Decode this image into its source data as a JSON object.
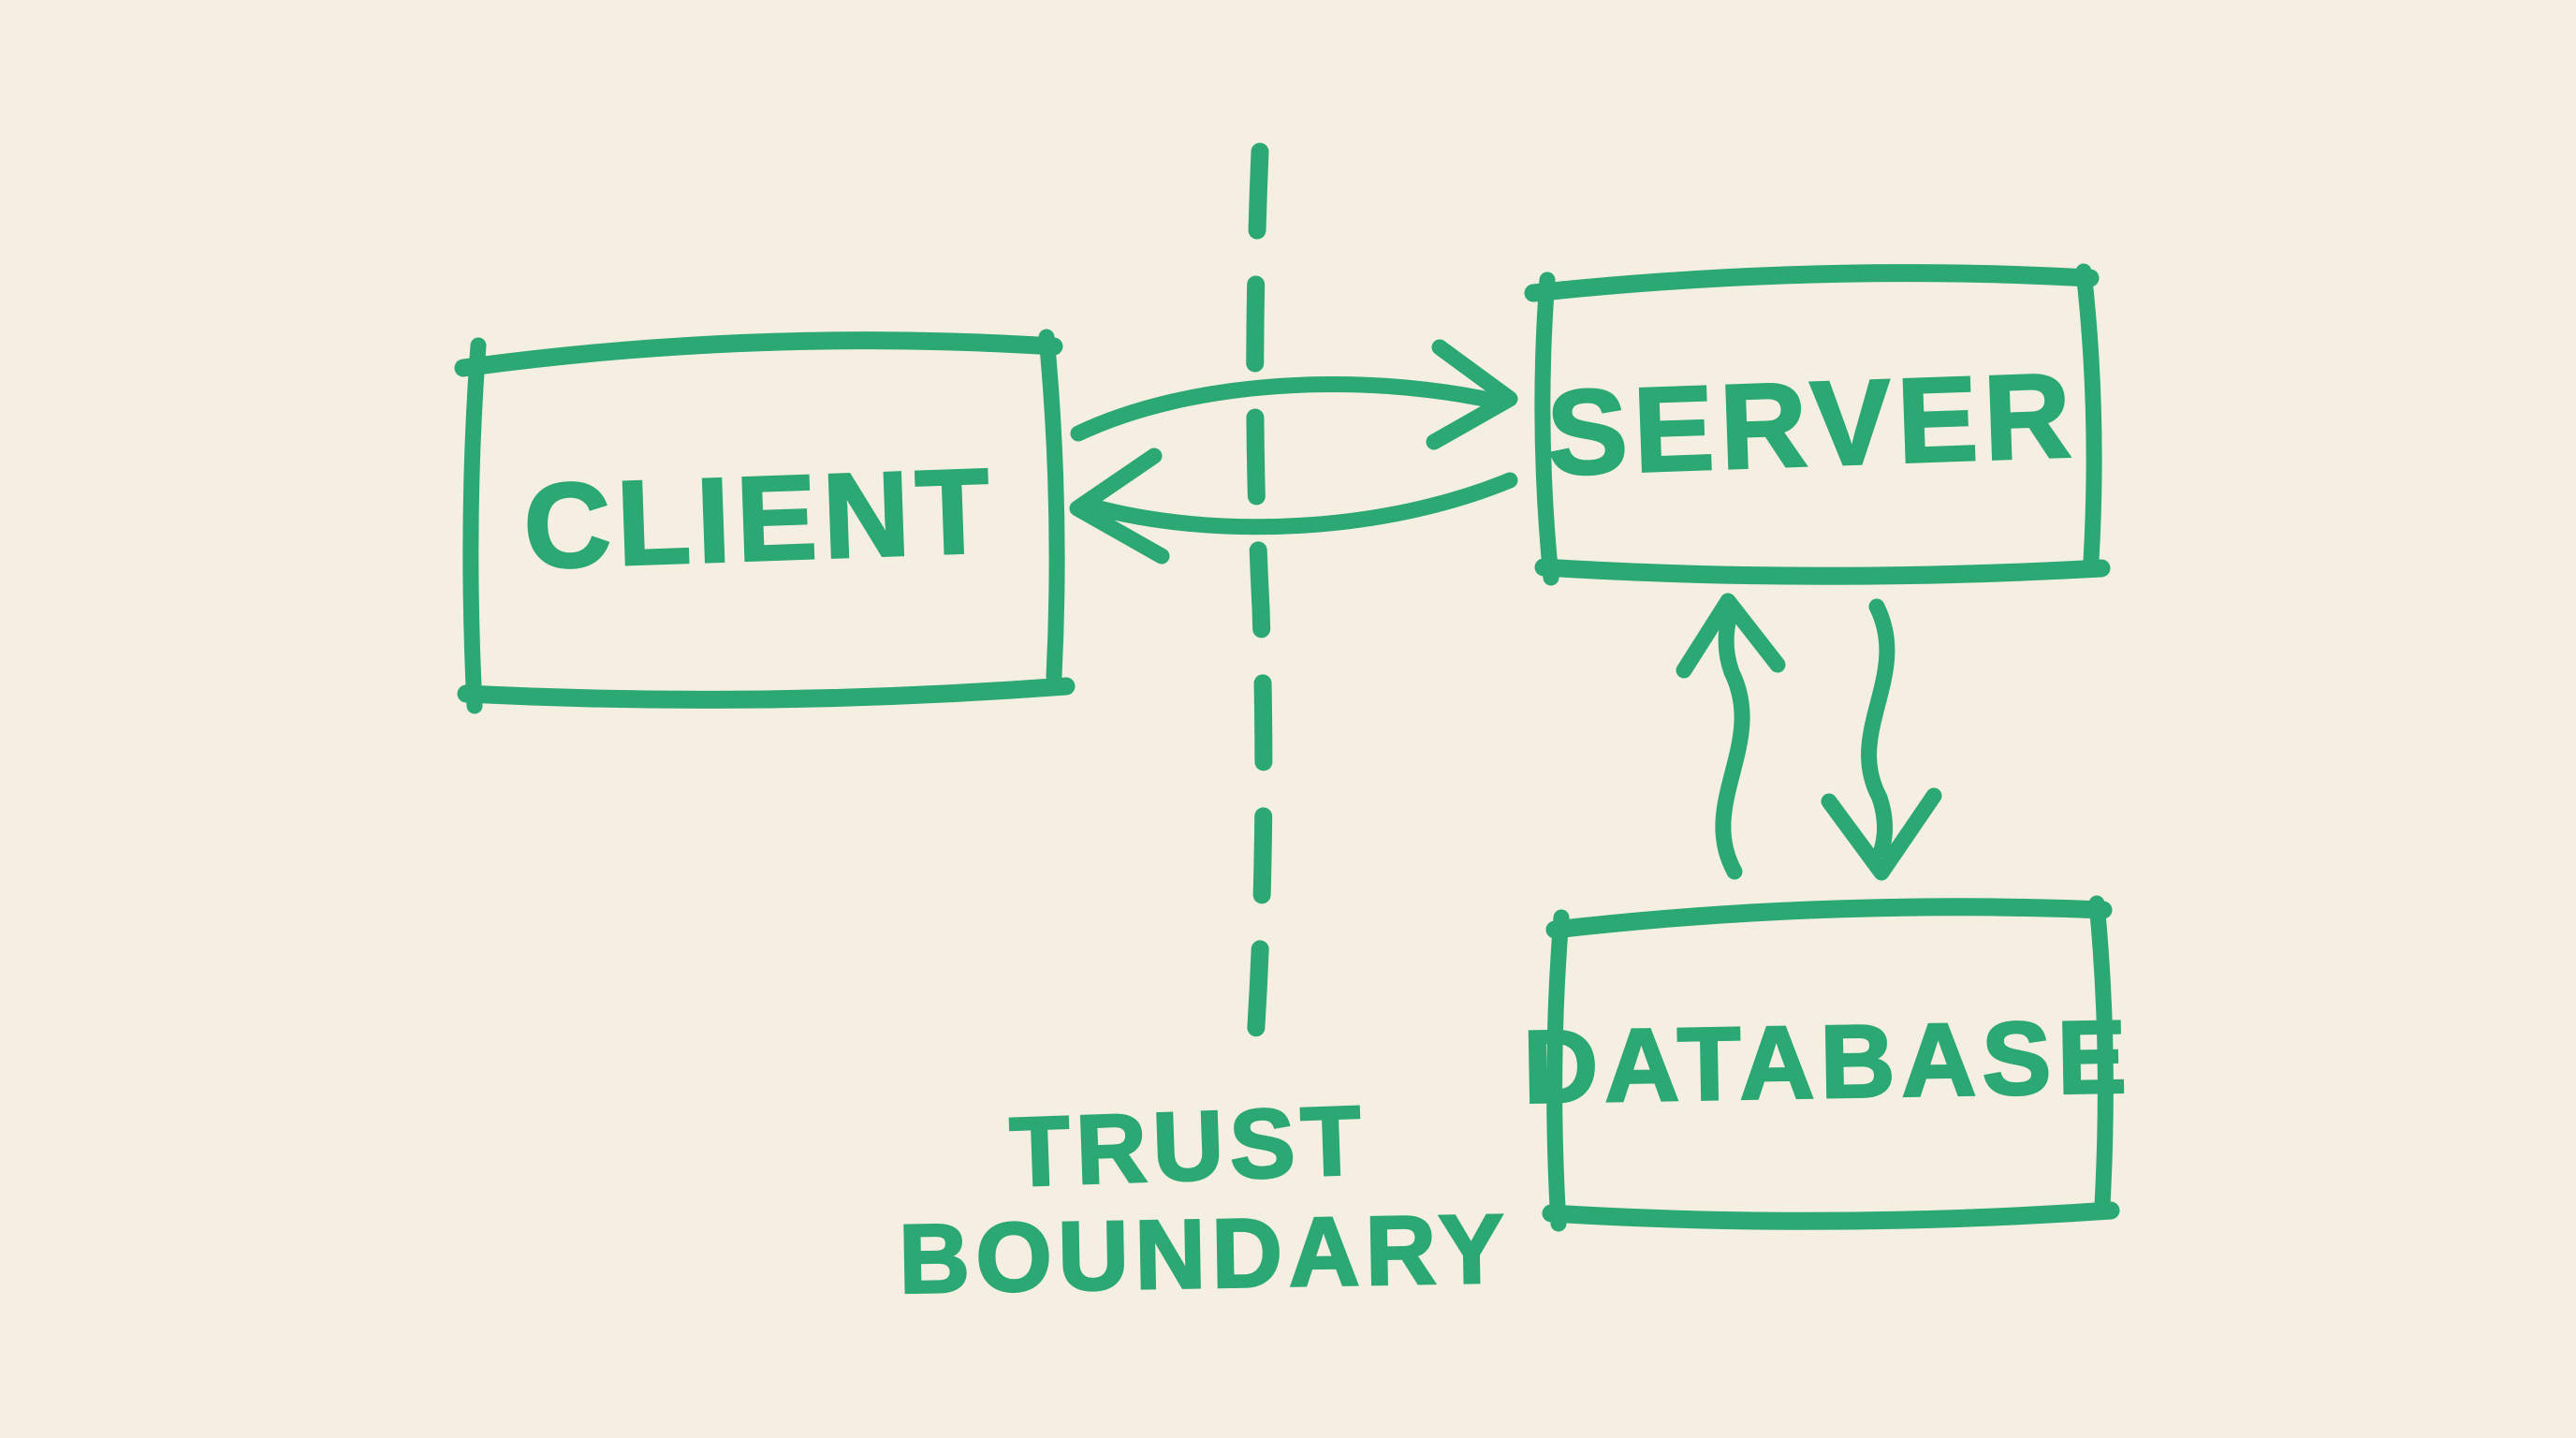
{
  "canvas": {
    "background_color": "#f5efe1",
    "ink_color": "#2ba873",
    "style": "hand-drawn marker sketch"
  },
  "diagram": {
    "nodes": [
      {
        "id": "client",
        "label": "CLIENT"
      },
      {
        "id": "server",
        "label": "SERVER"
      },
      {
        "id": "database",
        "label": "DATABASE"
      }
    ],
    "boundary": {
      "label_line1": "TRUST",
      "label_line2": "BOUNDARY",
      "line_style": "vertical dashed line"
    },
    "edges": [
      {
        "from": "client",
        "to": "server",
        "icon": "curved-arrow-right-icon",
        "crosses_boundary": true
      },
      {
        "from": "server",
        "to": "client",
        "icon": "curved-arrow-left-icon",
        "crosses_boundary": true
      },
      {
        "from": "database",
        "to": "server",
        "icon": "wavy-arrow-up-icon",
        "crosses_boundary": false
      },
      {
        "from": "server",
        "to": "database",
        "icon": "wavy-arrow-down-icon",
        "crosses_boundary": false
      }
    ]
  }
}
